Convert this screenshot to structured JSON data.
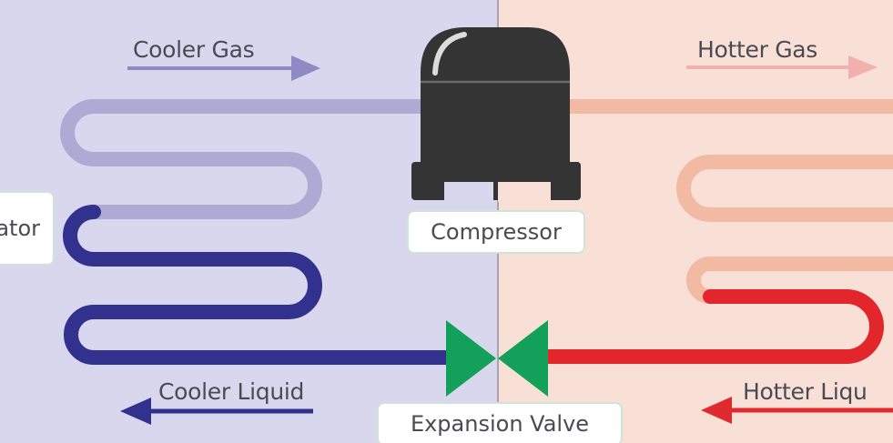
{
  "labels": {
    "cooler_gas": "Cooler Gas",
    "hotter_gas": "Hotter Gas",
    "cooler_liquid": "Cooler Liquid",
    "hotter_liquid": "Hotter  Liqu",
    "compressor": "Compressor",
    "expansion_valve": "Expansion Valve",
    "evaporator": "ator"
  },
  "colors": {
    "cold_background": "#d9d7ee",
    "hot_background": "#f9e0d6",
    "cooler_gas_pipe": "#aeaad3",
    "cooler_liquid_pipe": "#33318e",
    "hotter_gas_pipe": "#f2b9a3",
    "hotter_liquid_pipe": "#e2262c",
    "compressor": "#343434",
    "expansion_valve": "#12a05a",
    "cold_arrow_light": "#8f8ac4",
    "cold_arrow_dark": "#33318e",
    "hot_arrow_light": "#f0b1b0",
    "hot_arrow_dark": "#df2a2f"
  }
}
